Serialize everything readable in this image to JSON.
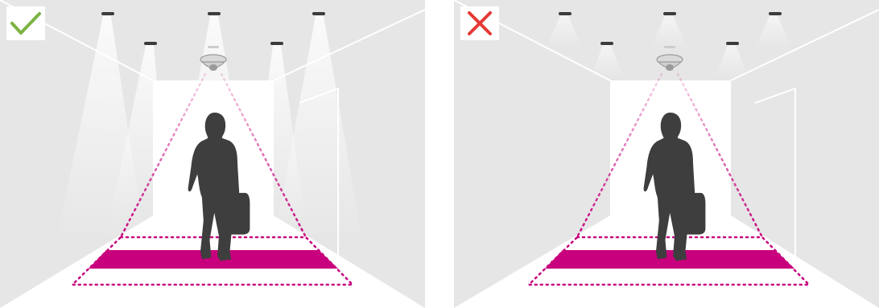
{
  "colors": {
    "wall": "#e6e6e6",
    "corridor_end": "#ffffff",
    "floor": "#ffffff",
    "line": "#ffffff",
    "lamp": "#3c3c3c",
    "person": "#3e3e3e",
    "detection": "#c8007d",
    "check": "#7cb342",
    "cross": "#e53935"
  },
  "panels": [
    {
      "id": "correct",
      "status": "correct",
      "status_icon": "check-icon",
      "light_beams": "bright"
    },
    {
      "id": "incorrect",
      "status": "incorrect",
      "status_icon": "cross-icon",
      "light_beams": "faint"
    }
  ]
}
